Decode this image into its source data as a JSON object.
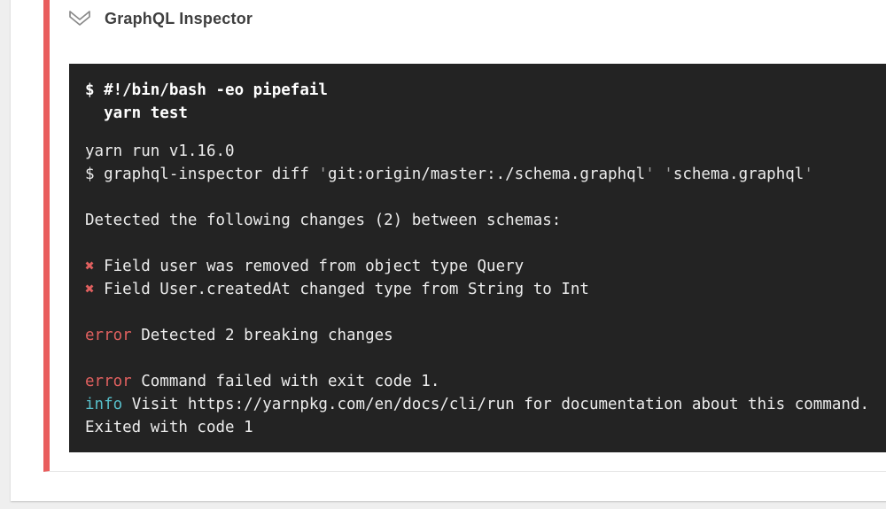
{
  "page": {
    "background_color": "#efefef"
  },
  "card": {
    "accent_color": "#e95d5d",
    "border_color": "#e4e4e4",
    "header": {
      "title": "GraphQL Inspector",
      "collapse_icon": "double-chevron-down-icon"
    }
  },
  "terminal": {
    "background_color": "#232323",
    "text_colors": {
      "default": "#ececec",
      "bold": "#ffffff",
      "error": "#e0605f",
      "info": "#57bec9",
      "dim": "#9d9d9d"
    },
    "command_lines": [
      "$ #!/bin/bash -eo pipefail",
      "  yarn test"
    ],
    "output_lines": [
      [
        [
          "w",
          "yarn run v1.16.0"
        ]
      ],
      [
        [
          "w",
          "$ graphql-inspector diff "
        ],
        [
          "q",
          "'"
        ],
        [
          "w",
          "git:origin/master:./schema.graphql"
        ],
        [
          "q",
          "'"
        ],
        [
          "w",
          " "
        ],
        [
          "q",
          "'"
        ],
        [
          "w",
          "schema.graphql"
        ],
        [
          "q",
          "'"
        ]
      ],
      [],
      [
        [
          "w",
          "Detected the following changes (2) between schemas:"
        ]
      ],
      [],
      [
        [
          "r",
          "✖"
        ],
        [
          "w",
          " Field user was removed from object type Query"
        ]
      ],
      [
        [
          "r",
          "✖"
        ],
        [
          "w",
          " Field User.createdAt changed type from String to Int"
        ]
      ],
      [],
      [
        [
          "r",
          "error"
        ],
        [
          "w",
          " Detected 2 breaking changes"
        ]
      ],
      [],
      [
        [
          "r",
          "error"
        ],
        [
          "w",
          " Command failed with exit code 1."
        ]
      ],
      [
        [
          "c",
          "info"
        ],
        [
          "w",
          " Visit https://yarnpkg.com/en/docs/cli/run for documentation about this command."
        ]
      ],
      [
        [
          "w",
          "Exited with code 1"
        ]
      ]
    ]
  }
}
